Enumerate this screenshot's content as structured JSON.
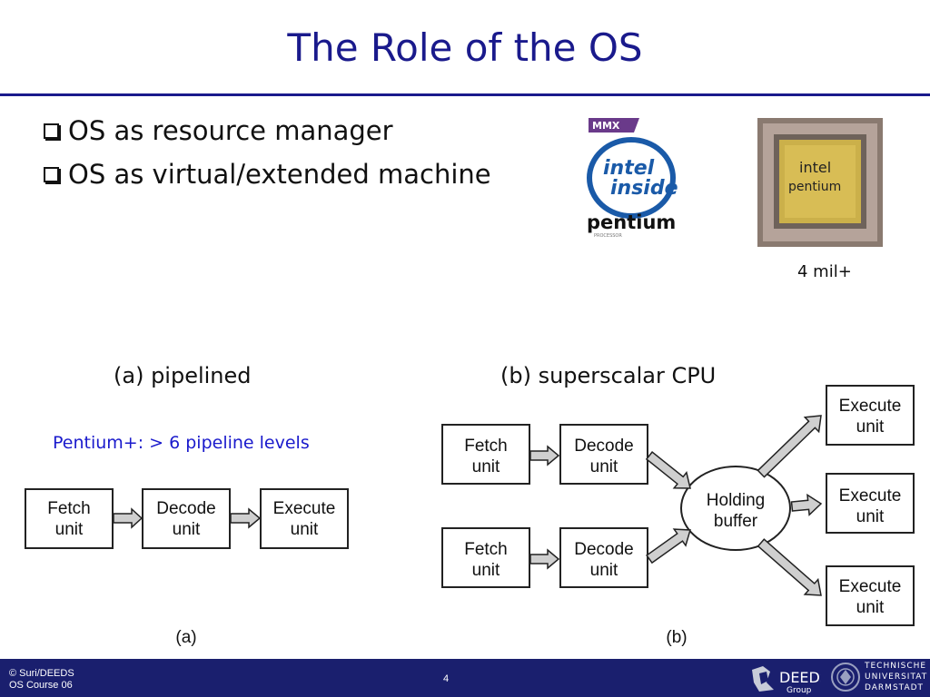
{
  "slide": {
    "title": "The Role of the OS",
    "bullets": [
      "OS as resource manager",
      "OS as virtual/extended machine"
    ]
  },
  "images": {
    "logo": {
      "top_text": "MMX",
      "line1": "intel",
      "line2": "inside",
      "brand": "pentium",
      "sub": "PROCESSOR"
    },
    "chip": {
      "brand": "intel",
      "model": "pentium",
      "caption": "4 mil+"
    }
  },
  "diagram_a": {
    "caption": "(a) pipelined",
    "note": "Pentium+: > 6 pipeline levels",
    "boxes": [
      {
        "line1": "Fetch",
        "line2": "unit"
      },
      {
        "line1": "Decode",
        "line2": "unit"
      },
      {
        "line1": "Execute",
        "line2": "unit"
      }
    ],
    "label": "(a)"
  },
  "diagram_b": {
    "caption": "(b) superscalar CPU",
    "fetch": [
      {
        "line1": "Fetch",
        "line2": "unit"
      },
      {
        "line1": "Fetch",
        "line2": "unit"
      }
    ],
    "decode": [
      {
        "line1": "Decode",
        "line2": "unit"
      },
      {
        "line1": "Decode",
        "line2": "unit"
      }
    ],
    "buffer": {
      "line1": "Holding",
      "line2": "buffer"
    },
    "execute": [
      {
        "line1": "Execute",
        "line2": "unit"
      },
      {
        "line1": "Execute",
        "line2": "unit"
      },
      {
        "line1": "Execute",
        "line2": "unit"
      }
    ],
    "label": "(b)"
  },
  "footer": {
    "copyright": "© Suri/DEEDS",
    "course": "OS Course 06",
    "page": "4",
    "deeds_name": "DEEDS",
    "deeds_sub": "Group",
    "tud": [
      "TECHNISCHE",
      "UNIVERSITAT",
      "DARMSTADT"
    ]
  },
  "colors": {
    "title": "#1a1a8c",
    "note": "#1a1acc",
    "footer_bg": "#1a1f6e",
    "arrow_fill": "#cfcfcf"
  }
}
